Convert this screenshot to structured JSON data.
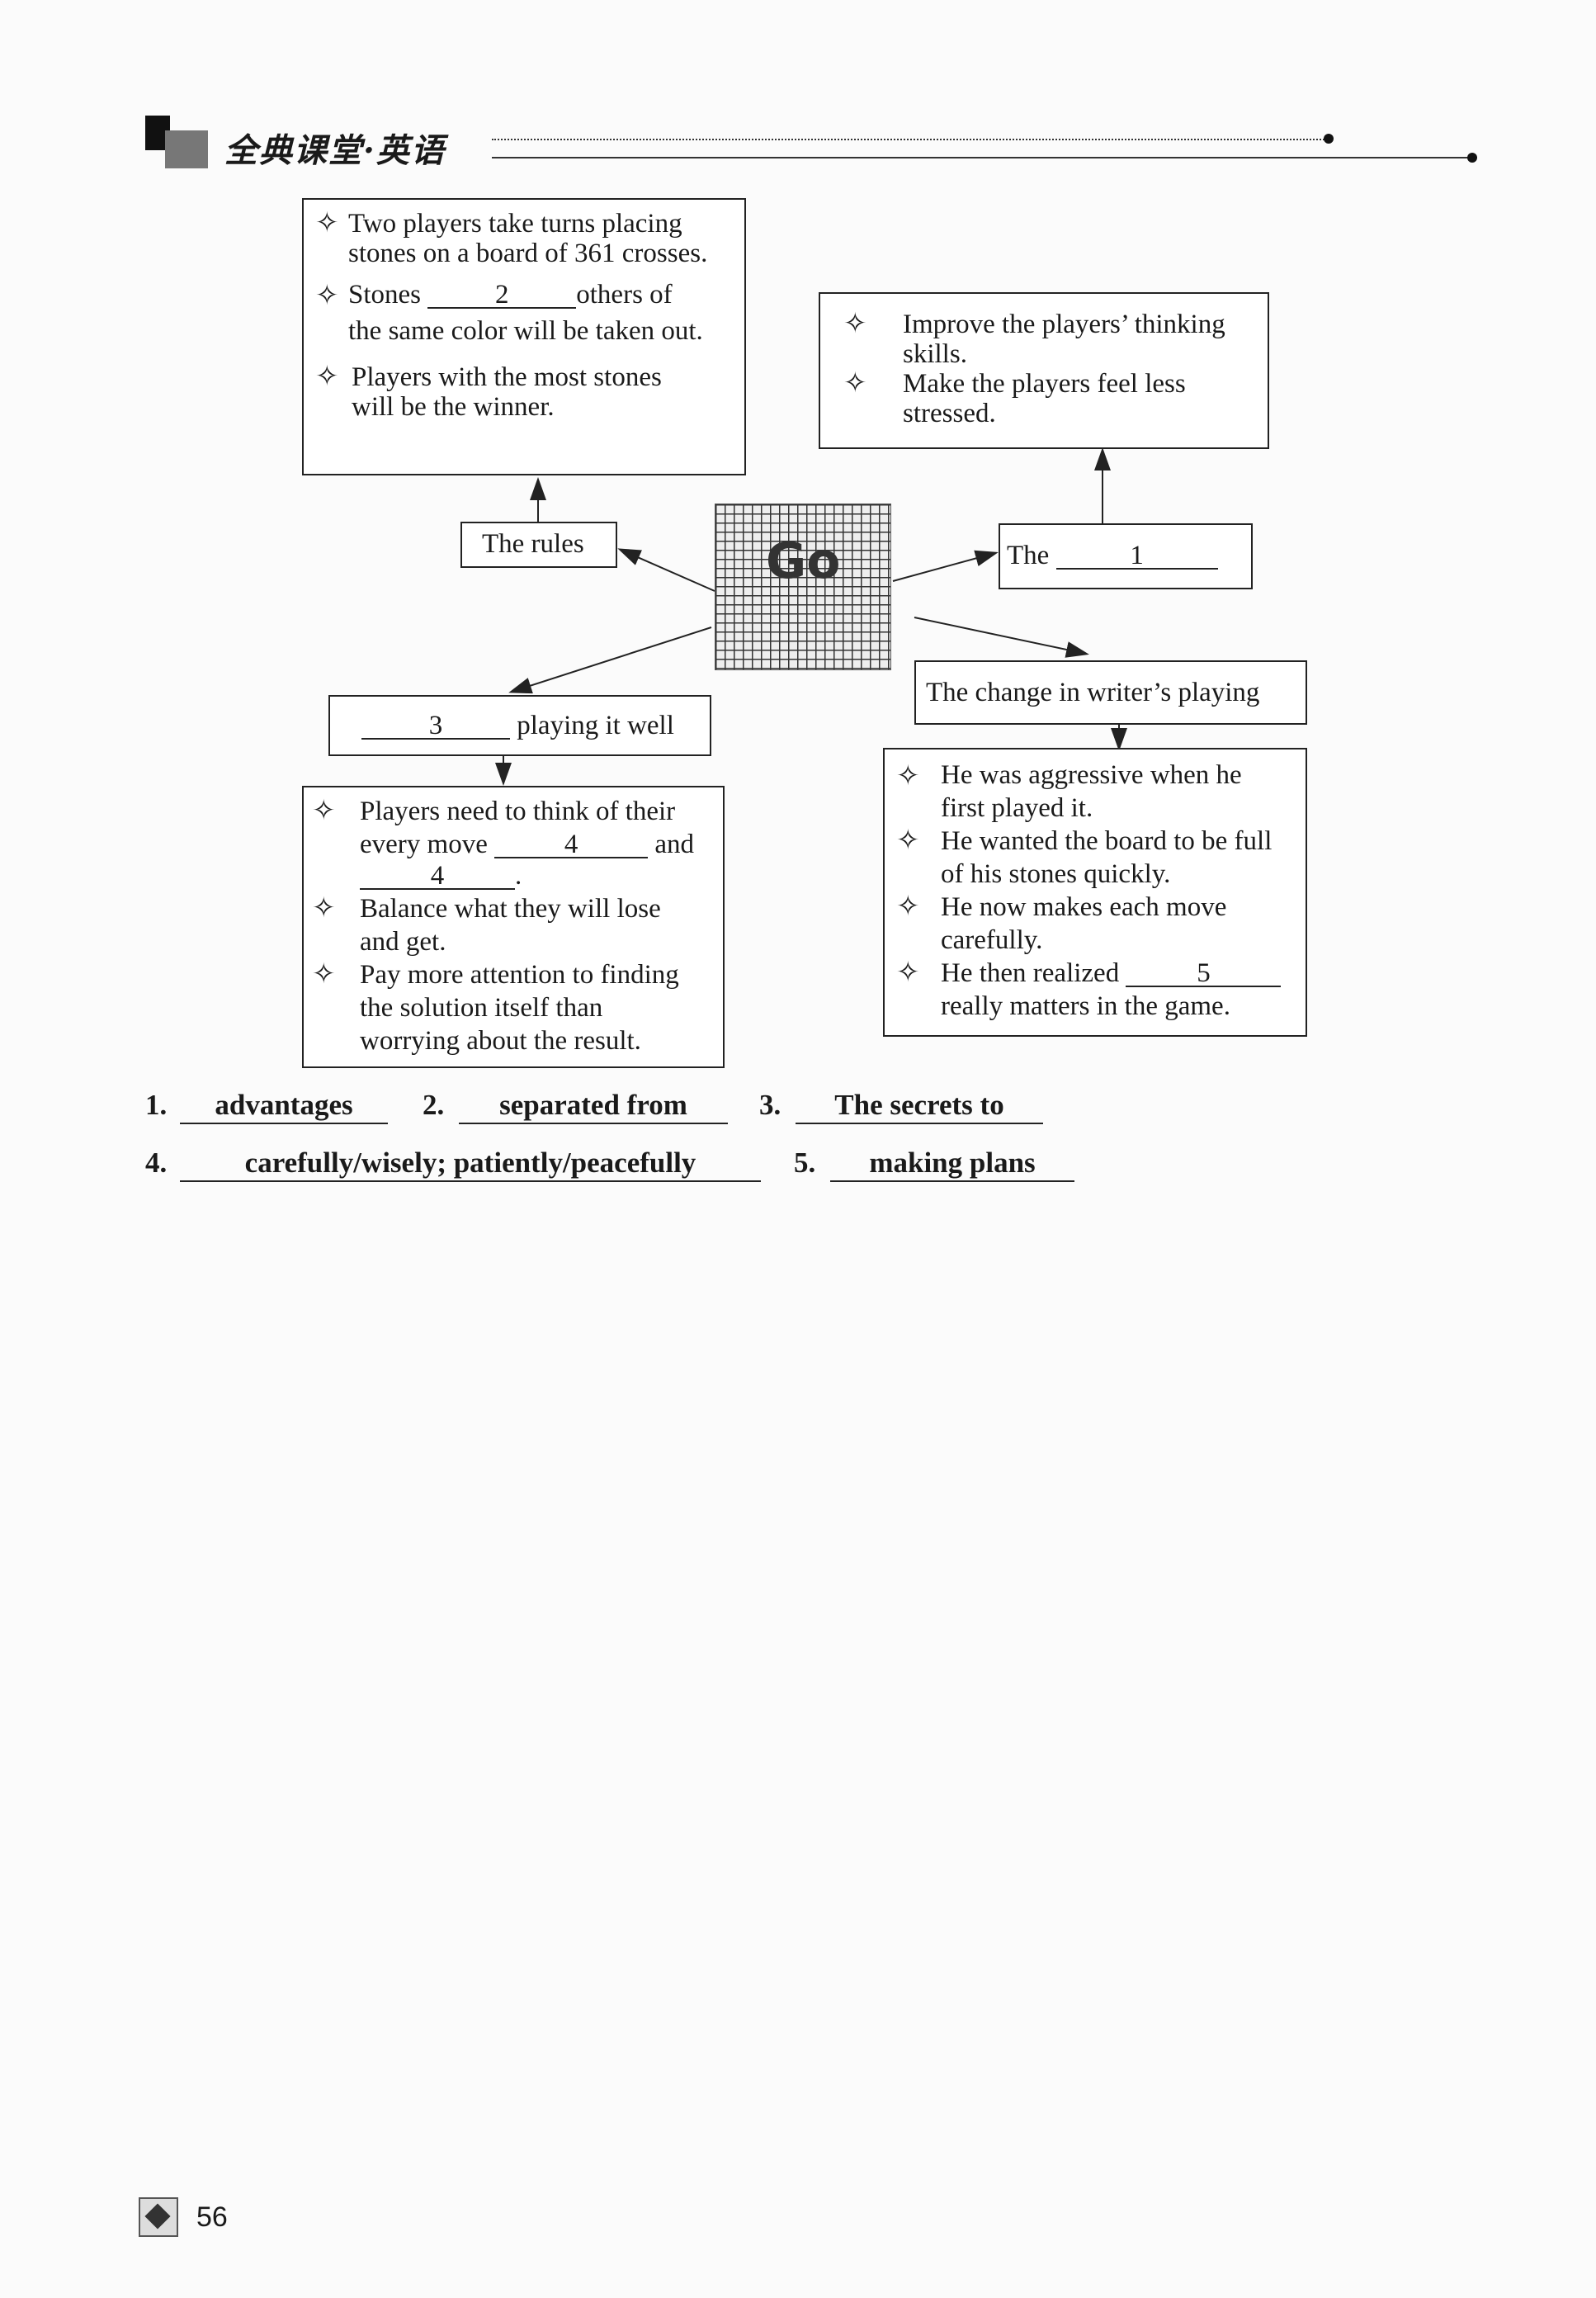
{
  "header": {
    "title": "全典课堂·英语"
  },
  "center_label": "Go",
  "rules_box": {
    "label": "The rules",
    "items": [
      [
        "Two players take turns placing",
        "stones on a board of 361 crosses."
      ],
      [
        "Stones",
        "2",
        "others of",
        "the same color will be taken out."
      ],
      [
        "Players with the most stones",
        "will be the winner."
      ]
    ]
  },
  "advantages_box": {
    "label_prefix": "The",
    "label_blank": "1",
    "items": [
      [
        "Improve the players’ thinking",
        "skills."
      ],
      [
        "Make the players feel less",
        "stressed."
      ]
    ]
  },
  "secrets_box": {
    "label_blank": "3",
    "label_suffix": "playing it well",
    "items": [
      [
        "Players need to think of their",
        "every move",
        "4",
        "and",
        "4",
        "."
      ],
      [
        "Balance what they will lose",
        "and get."
      ],
      [
        "Pay more attention to finding",
        "the solution itself than",
        "worrying about the result."
      ]
    ]
  },
  "change_box": {
    "label": "The change in writer’s playing",
    "items": [
      [
        "He was aggressive when he",
        "first played it."
      ],
      [
        "He wanted the board to be full",
        "of his stones quickly."
      ],
      [
        "He now makes each move",
        "carefully."
      ],
      [
        "He then realized",
        "5",
        "really matters in the game."
      ]
    ]
  },
  "answers": [
    {
      "num": "1.",
      "text": "advantages"
    },
    {
      "num": "2.",
      "text": "separated from"
    },
    {
      "num": "3.",
      "text": "The secrets to"
    },
    {
      "num": "4.",
      "text": "carefully/wisely; patiently/peacefully"
    },
    {
      "num": "5.",
      "text": "making plans"
    }
  ],
  "footer": {
    "page_number": "56"
  }
}
